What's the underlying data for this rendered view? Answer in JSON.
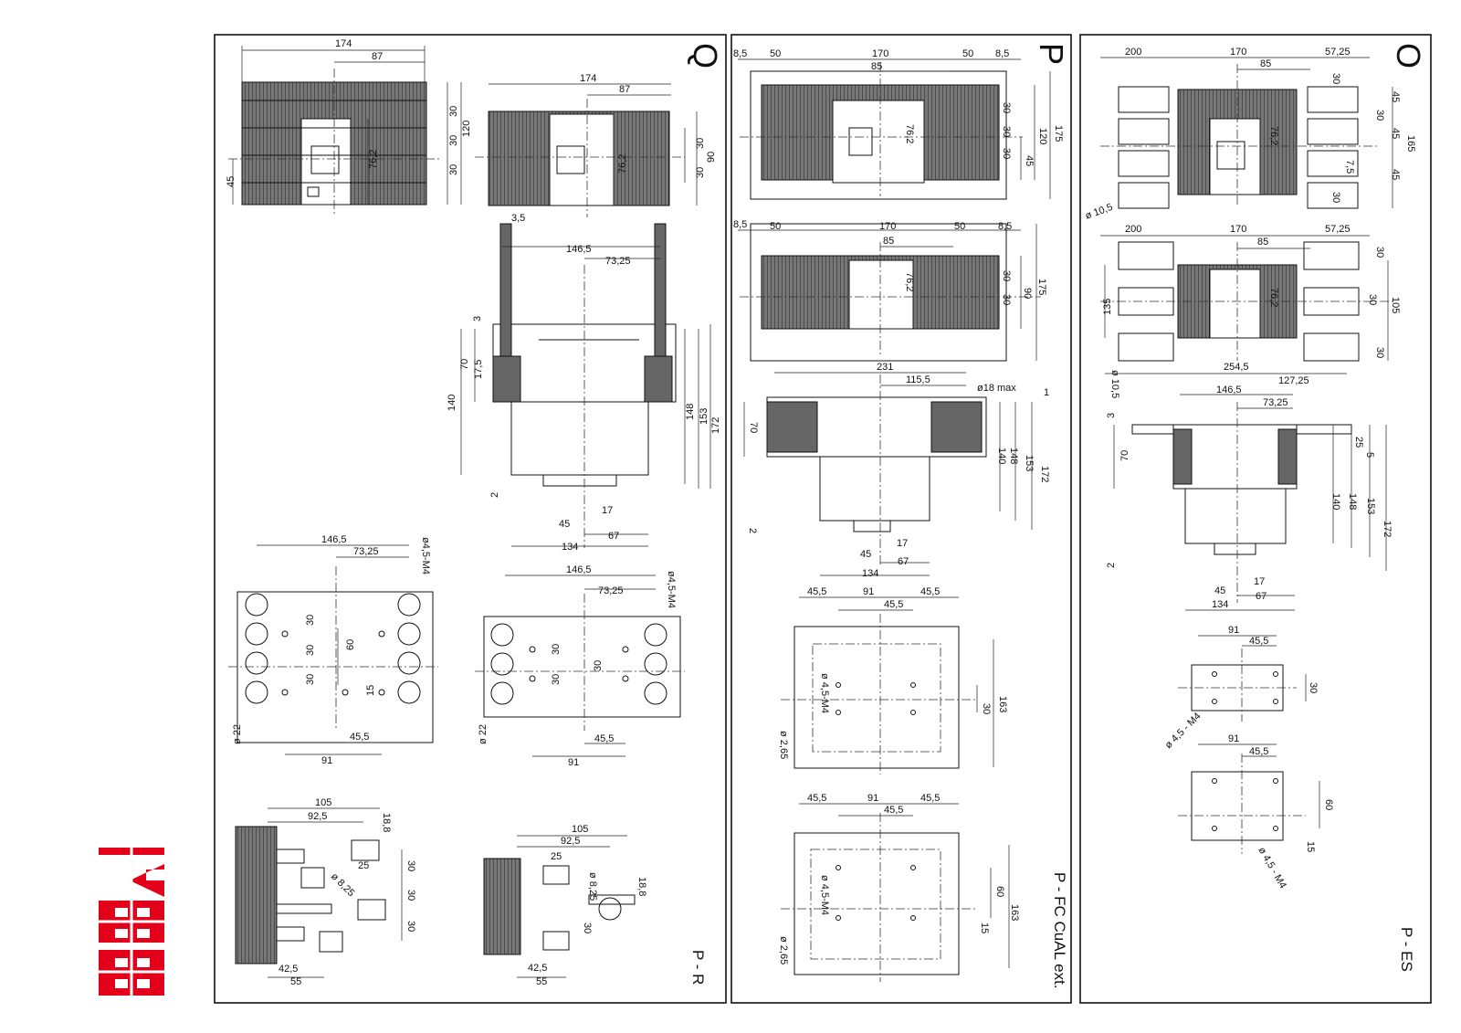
{
  "brand": {
    "logo_text": "ABB",
    "color": "#e2001a"
  },
  "panels": {
    "q": {
      "letter": "Q",
      "caption": "P - R",
      "dims": {
        "w174": "174",
        "w87": "87",
        "h120": "120",
        "h30a": "30",
        "h30b": "30",
        "h30c": "30",
        "h45": "45",
        "h762": "76,2",
        "w174b": "174",
        "w87b": "87",
        "h90": "90",
        "h30d": "30",
        "h30e": "30",
        "h762b": "76,2",
        "t35": "3,5",
        "t1465": "146,5",
        "t7325": "73,25",
        "t3": "3",
        "t175": "17,5",
        "t70": "70",
        "t140": "140",
        "t148": "148",
        "t153": "153",
        "t172": "172",
        "t2": "2",
        "t17": "17",
        "t45": "45",
        "t134": "134",
        "t67": "67",
        "d1465a": "146,5",
        "d7325a": "73,25",
        "dm4a": "ø4,5-M4",
        "d30a": "30",
        "d30b": "30",
        "d30c": "30",
        "d60": "60",
        "d15": "15",
        "d22a": "ø 22",
        "d455a": "45,5",
        "d91a": "91",
        "d1465b": "146,5",
        "d7325b": "73,25",
        "dm4b": "ø4,5-M4",
        "d30d": "30",
        "d30e": "30",
        "d30f": "30",
        "d22b": "ø 22",
        "d455b": "45,5",
        "d91b": "91",
        "b105a": "105",
        "b925a": "92,5",
        "b188a": "18,8",
        "b25a": "25",
        "b825a": "ø 8,25",
        "b30a": "30",
        "b30b": "30",
        "b30c": "30",
        "b425a": "42,5",
        "b55a": "55",
        "b105b": "105",
        "b925b": "92,5",
        "b25b": "25",
        "b825b": "ø 8,25",
        "b188b": "18,8",
        "b30d": "30",
        "b425b": "42,5",
        "b55b": "55"
      }
    },
    "p": {
      "letter": "P",
      "caption": "P - FC CuAL ext.",
      "dims": {
        "a85": "8,5",
        "a50": "50",
        "a170": "170",
        "a50b": "50",
        "a85b": "8,5",
        "a85c": "85",
        "a30": "30",
        "a30b": "30",
        "a30c": "30",
        "a120": "120",
        "a175": "175",
        "a45": "45",
        "a762": "76,2",
        "b85": "8,5",
        "b50": "50",
        "b170": "170",
        "b50b": "50",
        "b85b": "8,5",
        "b85c": "85",
        "b30": "30",
        "b30b": "30",
        "b90": "90",
        "b175": "175",
        "b762": "76,2",
        "c231": "231",
        "c1155": "115,5",
        "c18": "ø18 max",
        "c1": "1",
        "c70": "70",
        "c140": "140",
        "c148": "148",
        "c153": "153",
        "c172": "172",
        "c2": "2",
        "c17": "17",
        "c45": "45",
        "c67": "67",
        "c134": "134",
        "d455": "45,5",
        "d91": "91",
        "d455b": "45,5",
        "d455c": "45,5",
        "dm4": "ø 4,5-M4",
        "d30": "30",
        "d163": "163",
        "d265": "ø 2,65",
        "e455": "45,5",
        "e91": "91",
        "e455b": "45,5",
        "e455c": "45,5",
        "em4": "ø 4,5-M4",
        "e60": "60",
        "e15": "15",
        "e163": "163",
        "e265": "ø 2,65"
      }
    },
    "o": {
      "letter": "O",
      "caption": "P - ES",
      "dims": {
        "a200": "200",
        "a170": "170",
        "a5725": "57,25",
        "a85": "85",
        "a30": "30",
        "a45": "45",
        "a30b": "30",
        "a45b": "45",
        "a165": "165",
        "a75": "7,5",
        "a45c": "45",
        "a30c": "30",
        "a762": "76,2",
        "a105": "ø 10,5",
        "b200": "200",
        "b170": "170",
        "b5725": "57,25",
        "b85": "85",
        "b30": "30",
        "b30b": "30",
        "b105": "105",
        "b30c": "30",
        "b135": "135",
        "b762": "76,2",
        "b1055": "ø 10,5",
        "c2545": "254,5",
        "c1465": "146,5",
        "c12725": "127,25",
        "c7325": "73,25",
        "c3": "3",
        "c25": "25",
        "c5": "5",
        "c70": "70",
        "c140": "140",
        "c148": "148",
        "c153": "153",
        "c172": "172",
        "c2": "2",
        "c17": "17",
        "c45": "45",
        "c67": "67",
        "c134": "134",
        "d91": "91",
        "d455": "45,5",
        "d30": "30",
        "dm4": "ø 4,5 - M4",
        "e91": "91",
        "e455": "45,5",
        "e60": "60",
        "e15": "15",
        "em4": "ø 4,5 - M4"
      }
    }
  }
}
